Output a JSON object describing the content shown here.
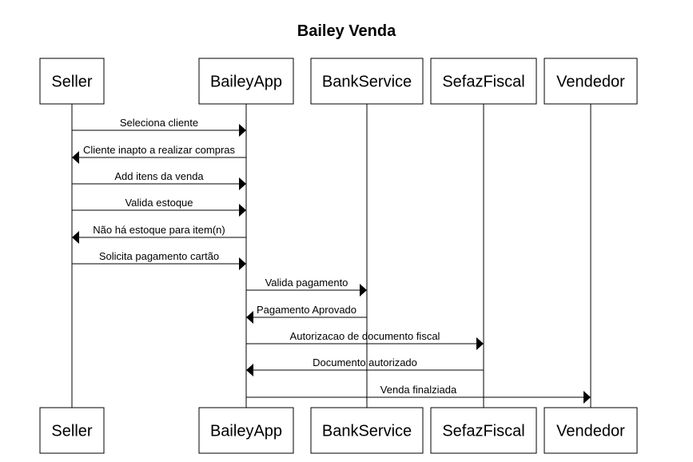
{
  "diagram": {
    "type": "sequence",
    "title": "Bailey Venda",
    "participants": [
      "Seller",
      "BaileyApp",
      "BankService",
      "SefazFiscal",
      "Vendedor"
    ],
    "messages": [
      {
        "from": "Seller",
        "to": "BaileyApp",
        "label": "Seleciona cliente"
      },
      {
        "from": "BaileyApp",
        "to": "Seller",
        "label": "Cliente inapto a realizar compras"
      },
      {
        "from": "Seller",
        "to": "BaileyApp",
        "label": "Add itens da venda"
      },
      {
        "from": "Seller",
        "to": "BaileyApp",
        "label": "Valida estoque"
      },
      {
        "from": "BaileyApp",
        "to": "Seller",
        "label": "Não há estoque para item(n)"
      },
      {
        "from": "Seller",
        "to": "BaileyApp",
        "label": "Solicita pagamento cartão"
      },
      {
        "from": "BaileyApp",
        "to": "BankService",
        "label": "Valida pagamento"
      },
      {
        "from": "BankService",
        "to": "BaileyApp",
        "label": "Pagamento Aprovado"
      },
      {
        "from": "BaileyApp",
        "to": "SefazFiscal",
        "label": "Autorizacao de documento fiscal"
      },
      {
        "from": "SefazFiscal",
        "to": "BaileyApp",
        "label": "Documento autorizado"
      },
      {
        "from": "BaileyApp",
        "to": "Vendedor",
        "label": "Venda finalziada"
      }
    ]
  }
}
